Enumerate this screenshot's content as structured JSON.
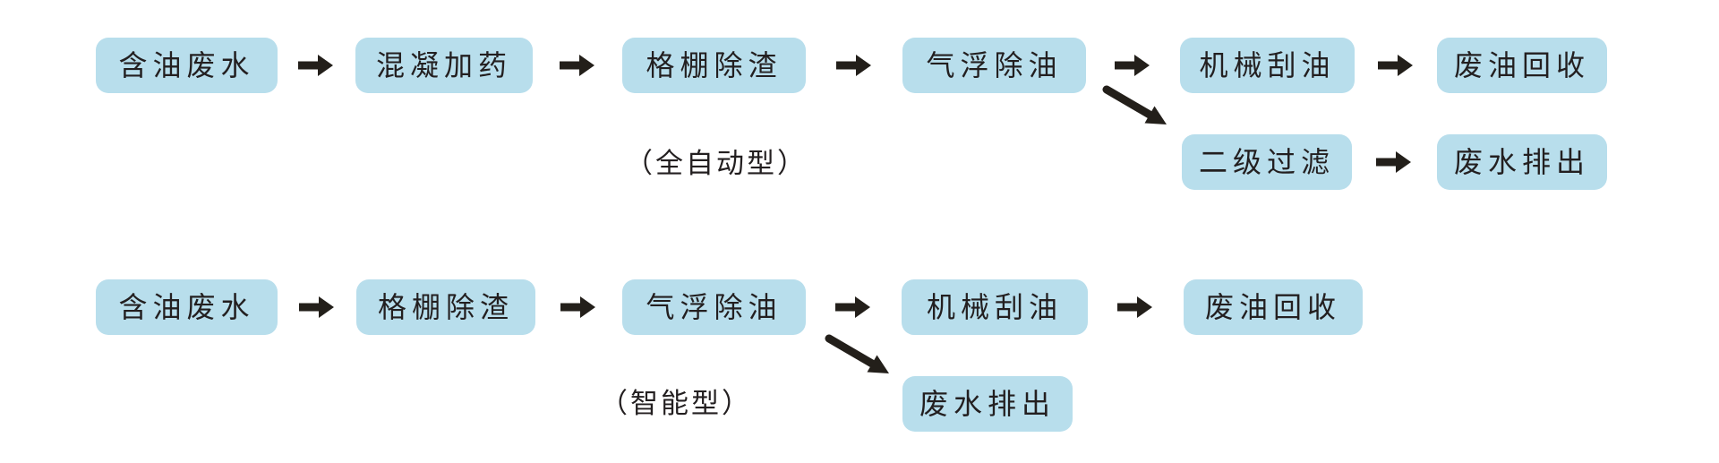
{
  "diagram_type": "process-flowchart",
  "colors": {
    "background": "#ffffff",
    "box_fill": "#b8deec",
    "box_text": "#231f20",
    "arrow": "#231f1a"
  },
  "icons": {
    "horizontal_arrow": "right-arrow-icon",
    "branch_arrow": "diagonal-down-right-arrow-icon"
  },
  "flow_automatic": {
    "variant_label": "（全自动型）",
    "main_steps": [
      "含油废水",
      "混凝加药",
      "格棚除渣",
      "气浮除油",
      "机械刮油",
      "废油回收"
    ],
    "branch_steps": [
      "二级过滤",
      "废水排出"
    ],
    "branch_from": "气浮除油"
  },
  "flow_smart": {
    "variant_label": "（智能型）",
    "main_steps": [
      "含油废水",
      "格棚除渣",
      "气浮除油",
      "机械刮油",
      "废油回收"
    ],
    "branch_steps": [
      "废水排出"
    ],
    "branch_from": "气浮除油"
  }
}
